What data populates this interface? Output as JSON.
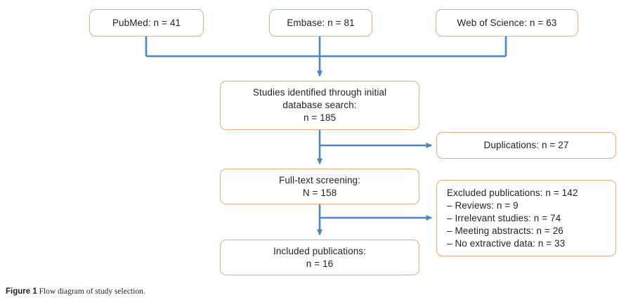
{
  "figure": {
    "caption_label": "Figure",
    "caption_number": "1",
    "caption_text": "Flow diagram of study selection."
  },
  "colors": {
    "node_border": "#eeac78",
    "connector": "#4a86c5",
    "text": "#231f20",
    "background": "#ffffff"
  },
  "chart_data": {
    "type": "diagram",
    "title": "Flow diagram of study selection",
    "nodes": [
      {
        "id": "pubmed",
        "label": "PubMed: n = 41",
        "count": 41
      },
      {
        "id": "embase",
        "label": "Embase: n = 81",
        "count": 81
      },
      {
        "id": "wos",
        "label": "Web of Science: n = 63",
        "count": 63
      },
      {
        "id": "identified",
        "label": "Studies identified through initial database search: n = 185",
        "count": 185
      },
      {
        "id": "duplications",
        "label": "Duplications: n = 27",
        "count": 27
      },
      {
        "id": "fulltext",
        "label": "Full-text screening: N = 158",
        "count": 158
      },
      {
        "id": "excluded",
        "label": "Excluded publications: n = 142",
        "count": 142
      },
      {
        "id": "included",
        "label": "Included publications: n = 16",
        "count": 16
      }
    ],
    "edges": [
      {
        "from": "pubmed",
        "to": "identified"
      },
      {
        "from": "embase",
        "to": "identified"
      },
      {
        "from": "wos",
        "to": "identified"
      },
      {
        "from": "identified",
        "to": "duplications"
      },
      {
        "from": "identified",
        "to": "fulltext"
      },
      {
        "from": "fulltext",
        "to": "excluded"
      },
      {
        "from": "fulltext",
        "to": "included"
      }
    ]
  },
  "nodes": {
    "pubmed": {
      "line1": "PubMed: n = 41"
    },
    "embase": {
      "line1": "Embase: n = 81"
    },
    "wos": {
      "line1": "Web of Science: n = 63"
    },
    "identified": {
      "line1": "Studies identified through initial",
      "line2": "database search:",
      "line3": "n = 185"
    },
    "duplications": {
      "line1": "Duplications: n = 27"
    },
    "fulltext": {
      "line1": "Full-text screening:",
      "line2": "N = 158"
    },
    "excluded": {
      "line1": "Excluded publications: n = 142",
      "line2": "– Reviews: n = 9",
      "line3": "– Irrelevant studies: n = 74",
      "line4": "– Meeting abstracts: n = 26",
      "line5": "– No extractive data: n = 33"
    },
    "included": {
      "line1": "Included publications:",
      "line2": "n = 16"
    }
  }
}
